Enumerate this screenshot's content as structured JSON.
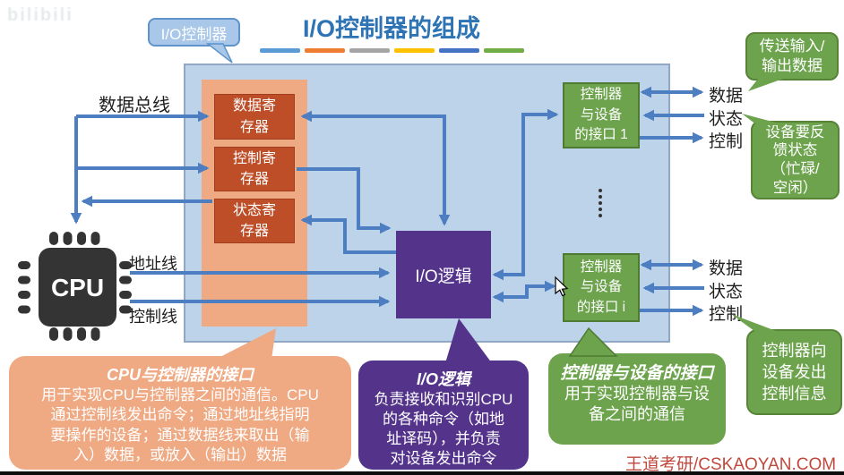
{
  "watermark": "bilibili",
  "title": "I/O控制器的组成",
  "top_callout": "I/O控制器",
  "cpu_label": "CPU",
  "bus": {
    "data_bus": "数据总线",
    "address_line": "地址线",
    "control_line": "控制线"
  },
  "controller": {
    "registers": [
      "数据寄\n存器",
      "控制寄\n存器",
      "状态寄\n存器"
    ],
    "io_logic": "I/O逻辑",
    "interface1": "控制器\n与设备\n的接口 1",
    "interface_i": "控制器\n与设备\n的接口 i"
  },
  "device_lines": {
    "group1": [
      "数据",
      "状态",
      "控制"
    ],
    "group2": [
      "数据",
      "状态",
      "控制"
    ]
  },
  "side_callouts": {
    "transfer": "传送输入/\n输出数据",
    "feedback": "设备要反\n馈状态\n（忙碌/\n空闲）",
    "control_info": "控制器向\n设备发出\n控制信息"
  },
  "bottom_callouts": {
    "cpu_interface": {
      "title": "CPU与控制器的接口",
      "body": "用于实现CPU与控制器之间的通信。CPU\n通过控制线发出命令；通过地址线指明\n要操作的设备；通过数据线来取出（输\n入）数据，或放入（输出）数据"
    },
    "io_logic": {
      "title": "I/O逻辑",
      "body": "负责接收和识别CPU\n的各种命令（如地\n址译码），并负责\n对设备发出命令"
    },
    "device_interface": {
      "title": "控制器与设备的接口",
      "body": "用于实现控制器与设\n备之间的通信"
    }
  },
  "footer": "王道考研/CSKAOYAN.COM",
  "colors": {
    "title_blue": "#2E74B5",
    "arrow_blue": "#4D7EC2",
    "big_box_blue": "#BCD3E9",
    "callout_blue": "#A9C7E8",
    "salmon": "#EFA983",
    "register_orange": "#BE4E28",
    "purple": "#54338B",
    "green": "#6CA34C",
    "footer_red": "#C0483C",
    "underline_segments": [
      "#5B9BD5",
      "#ED7D31",
      "#A5A5A5",
      "#FFC000",
      "#4472C4",
      "#70AD47"
    ]
  }
}
